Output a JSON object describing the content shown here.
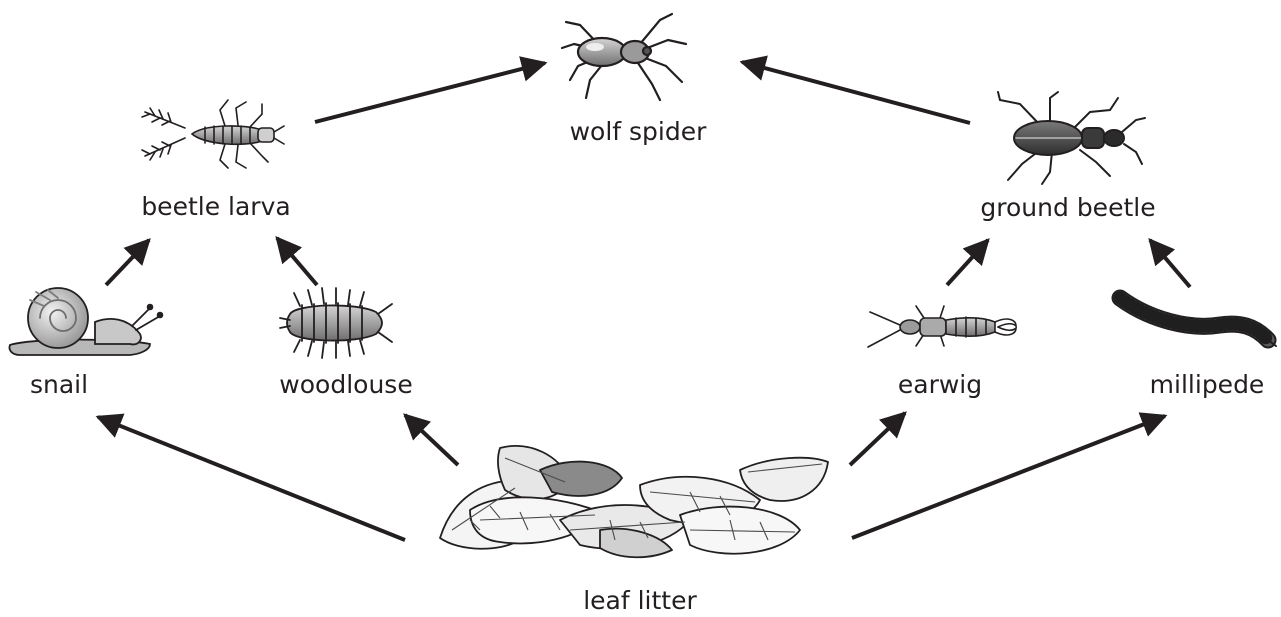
{
  "organisms": {
    "wolf_spider": "wolf spider",
    "beetle_larva": "beetle larva",
    "ground_beetle": "ground beetle",
    "snail": "snail",
    "woodlouse": "woodlouse",
    "earwig": "earwig",
    "millipede": "millipede",
    "leaf_litter": "leaf litter"
  },
  "links": [
    {
      "from": "leaf litter",
      "to": "snail"
    },
    {
      "from": "leaf litter",
      "to": "woodlouse"
    },
    {
      "from": "leaf litter",
      "to": "earwig"
    },
    {
      "from": "leaf litter",
      "to": "millipede"
    },
    {
      "from": "snail",
      "to": "beetle larva"
    },
    {
      "from": "woodlouse",
      "to": "beetle larva"
    },
    {
      "from": "earwig",
      "to": "ground beetle"
    },
    {
      "from": "millipede",
      "to": "ground beetle"
    },
    {
      "from": "beetle larva",
      "to": "wolf spider"
    },
    {
      "from": "ground beetle",
      "to": "wolf spider"
    }
  ],
  "colors": {
    "ink": "#231f20",
    "body_dark": "#555555",
    "body_mid": "#9a9a9a",
    "body_light": "#d9d9d9"
  }
}
